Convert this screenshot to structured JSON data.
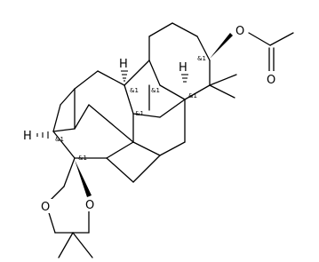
{
  "structure": {
    "atoms": {
      "o_acetate": "O",
      "o_carbonyl": "O",
      "o_ring_left": "O",
      "o_ring_right": "O",
      "h_top": "H",
      "h_right": "H",
      "h_left": "H"
    },
    "stereo_label": "&1"
  },
  "colors": {
    "ink": "#000000",
    "background": "#ffffff"
  }
}
